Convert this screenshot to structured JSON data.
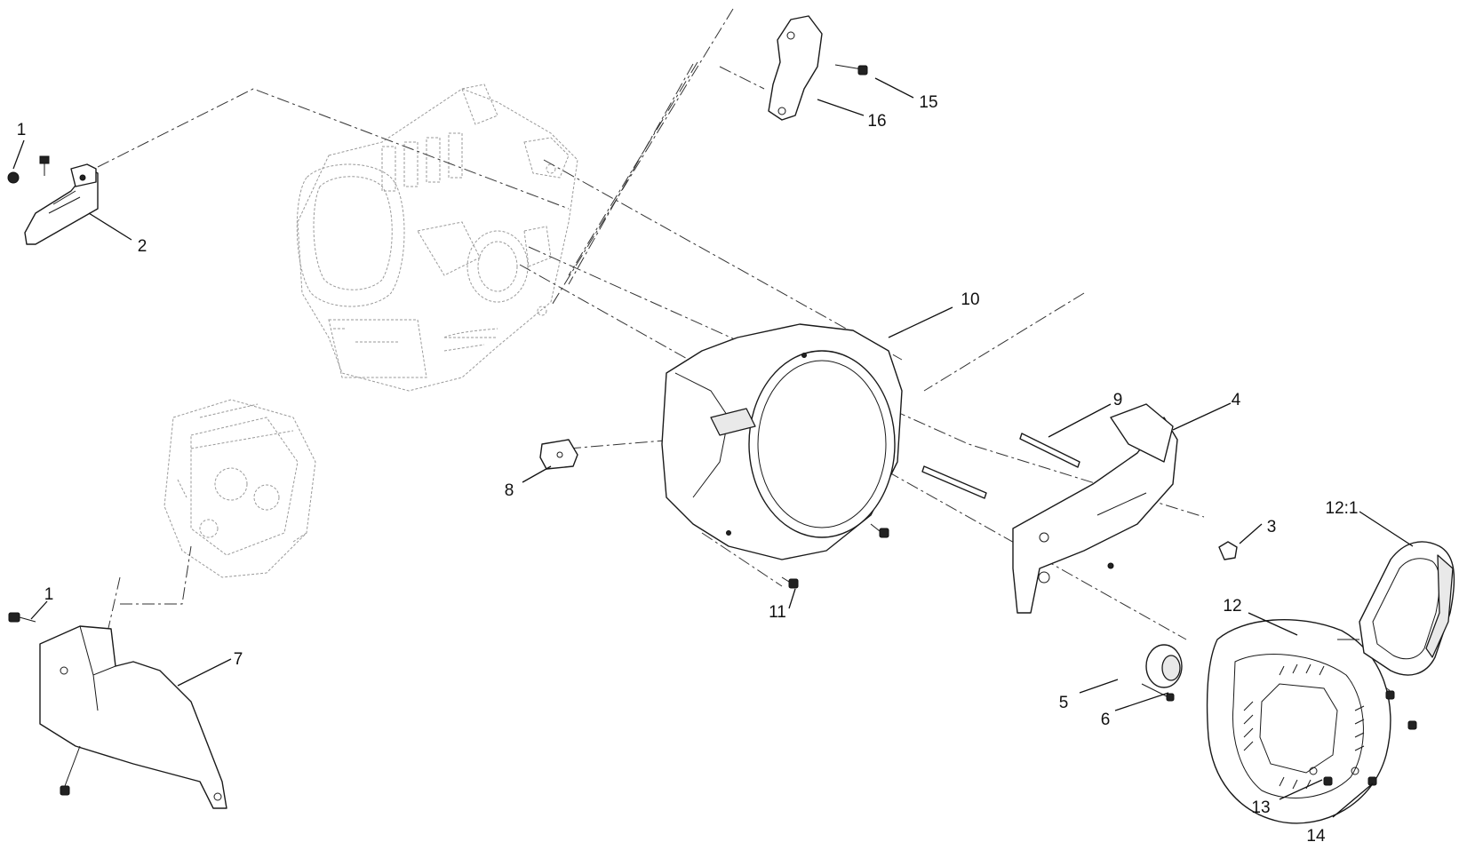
{
  "callouts": [
    {
      "id": "c1a",
      "label": "1"
    },
    {
      "id": "c2",
      "label": "2"
    },
    {
      "id": "c15",
      "label": "15"
    },
    {
      "id": "c16",
      "label": "16"
    },
    {
      "id": "c10",
      "label": "10"
    },
    {
      "id": "c9",
      "label": "9"
    },
    {
      "id": "c4",
      "label": "4"
    },
    {
      "id": "c8",
      "label": "8"
    },
    {
      "id": "c3",
      "label": "3"
    },
    {
      "id": "c12_1",
      "label": "12:1"
    },
    {
      "id": "c1b",
      "label": "1"
    },
    {
      "id": "c11",
      "label": "11"
    },
    {
      "id": "c12",
      "label": "12"
    },
    {
      "id": "c7",
      "label": "7"
    },
    {
      "id": "c5",
      "label": "5"
    },
    {
      "id": "c6",
      "label": "6"
    },
    {
      "id": "c13",
      "label": "13"
    },
    {
      "id": "c14",
      "label": "14"
    }
  ]
}
